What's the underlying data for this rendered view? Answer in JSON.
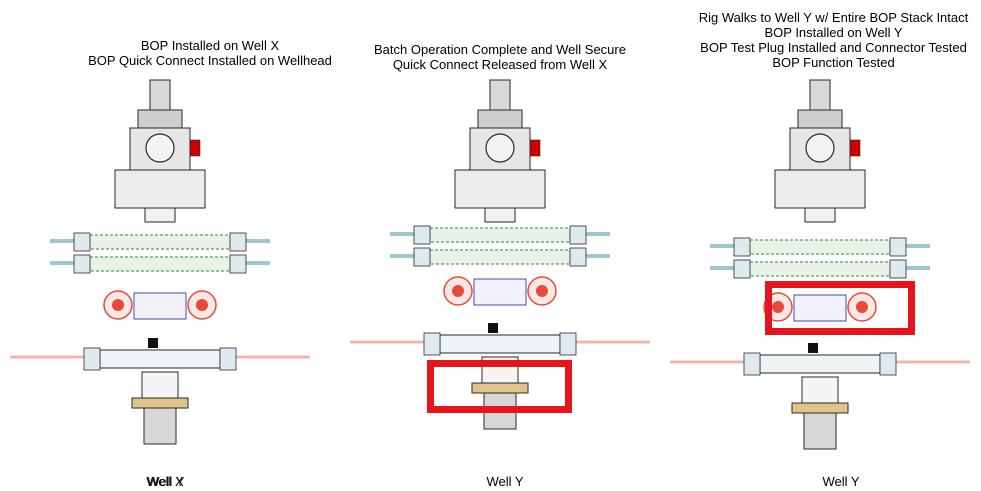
{
  "panels": [
    {
      "caption_lines": [
        "BOP Installed on Well X",
        "BOP Quick Connect Installed on Wellhead"
      ],
      "well_label": "Well X",
      "well_label_overlay": "Well Y"
    },
    {
      "caption_lines": [
        "Batch Operation Complete and Well Secure",
        "Quick Connect Released from Well X"
      ],
      "well_label": "Well Y"
    },
    {
      "caption_lines": [
        "Rig Walks to Well Y w/ Entire BOP Stack Intact",
        "BOP Installed on Well Y",
        "BOP Test Plug Installed and Connector Tested",
        "BOP Function Tested"
      ],
      "well_label": "Well Y"
    }
  ],
  "colors": {
    "highlight": "#e8141b",
    "pipe": "#9ec8cf",
    "valve": "#e84a3a",
    "line": "#2a2a2a"
  }
}
